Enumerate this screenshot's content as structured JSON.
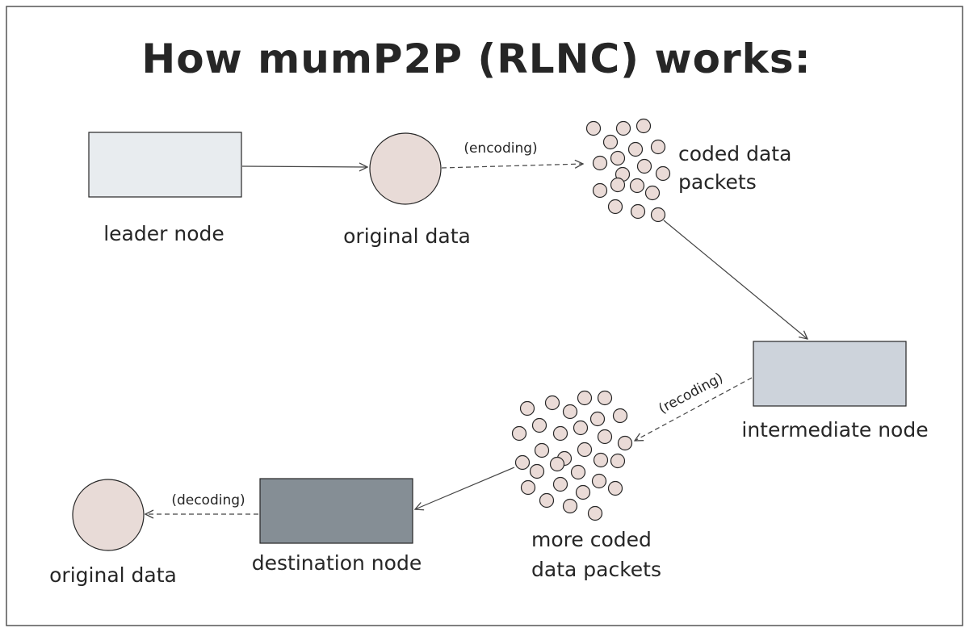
{
  "title": "How mumP2P (RLNC) works:",
  "colors": {
    "border": "#555555",
    "data_circle": "#e8dbd7",
    "packet": "#eadbd7",
    "leader_node": "#e8ecef",
    "intermediate_node": "#cdd3db",
    "destination_node": "#858e95",
    "stroke": "#262626"
  },
  "nodes": {
    "leader": {
      "label": "leader node"
    },
    "original_data_top": {
      "label": "original data"
    },
    "coded_packets": {
      "label_line1": "coded data",
      "label_line2": "packets"
    },
    "intermediate": {
      "label": "intermediate node"
    },
    "more_coded_packets": {
      "label_line1": "more coded",
      "label_line2": "data packets"
    },
    "destination": {
      "label": "destination node"
    },
    "original_data_bottom": {
      "label": "original data"
    }
  },
  "edges": {
    "encoding": {
      "label": "(encoding)"
    },
    "recoding": {
      "label": "(recoding)"
    },
    "decoding": {
      "label": "(decoding)"
    }
  }
}
